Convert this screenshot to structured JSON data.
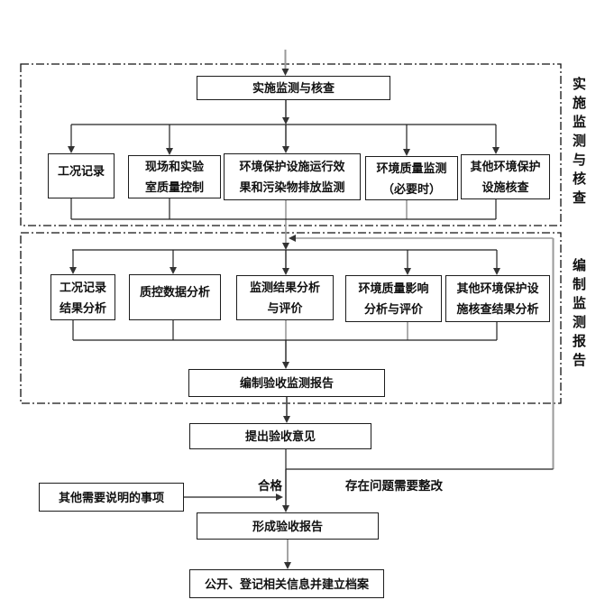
{
  "colors": {
    "line_dark": "#2a2a2a",
    "line_gray": "#9a9a9a",
    "box_border": "#1c1c1c",
    "text": "#111111"
  },
  "flow": {
    "entry_box": {
      "label": "实施监测与核查"
    },
    "section_implement": {
      "side_label": "实施监测与核查",
      "boxes": [
        {
          "label": "工况记录"
        },
        {
          "label": "现场和实验\n室质量控制"
        },
        {
          "label": "环境保护设施运行效\n果和污染物排放监测"
        },
        {
          "label": "环境质量监测\n（必要时）"
        },
        {
          "label": "其他环境保护\n设施核查"
        }
      ]
    },
    "section_report": {
      "side_label": "编制监测报告",
      "boxes": [
        {
          "label": "工况记录\n结果分析"
        },
        {
          "label": "质控数据分析"
        },
        {
          "label": "监测结果分析\n与评价"
        },
        {
          "label": "环境质量影响\n分析与评价"
        },
        {
          "label": "其他环境保护设\n施核查结果分析"
        }
      ],
      "compile_box": {
        "label": "编制验收监测报告"
      }
    },
    "acceptance": {
      "opinion_box": {
        "label": "提出验收意见"
      },
      "pass_label": "合格",
      "rework_label": "存在问题需要整改",
      "notes_box": {
        "label": "其他需要说明的事项"
      },
      "report_box": {
        "label": "形成验收报告"
      },
      "archive_box": {
        "label": "公开、登记相关信息并建立档案"
      }
    }
  }
}
